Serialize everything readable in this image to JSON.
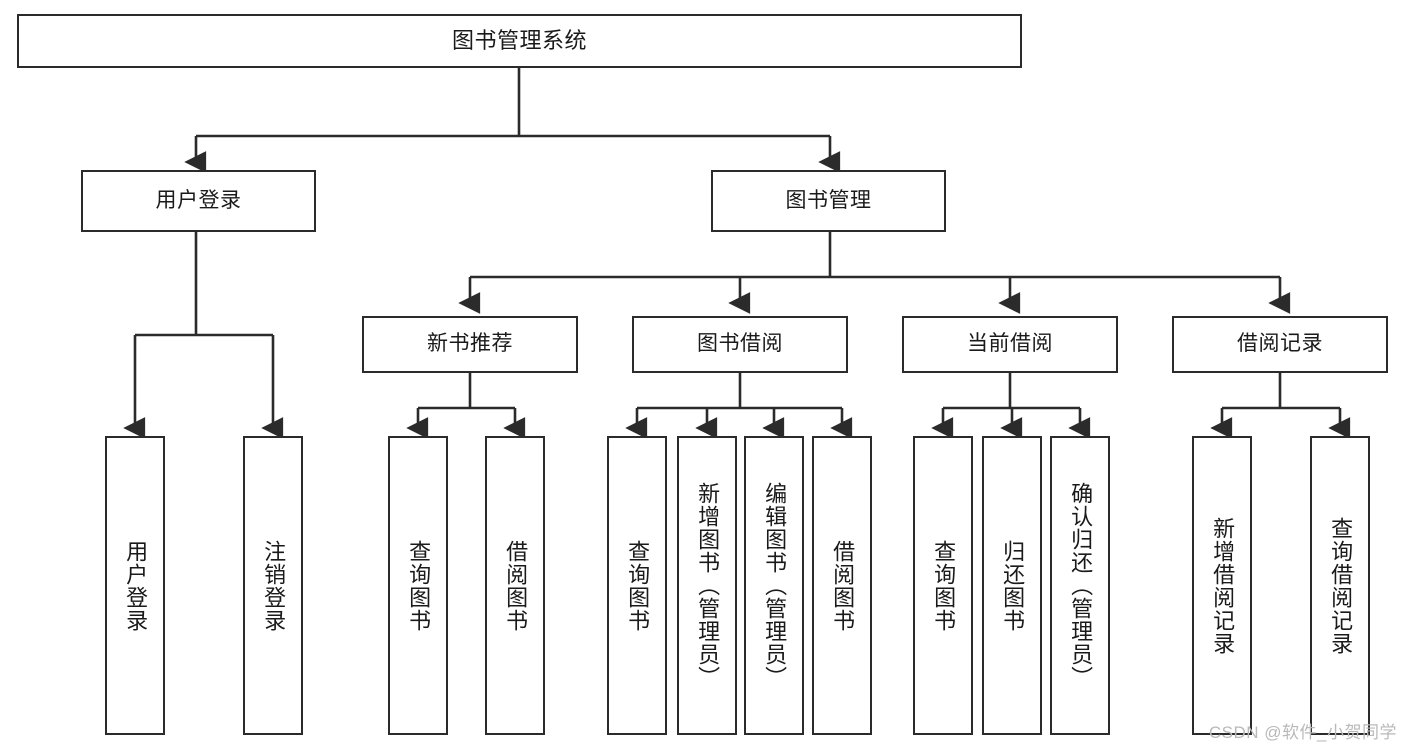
{
  "diagram": {
    "title": "图书管理系统",
    "type": "tree-structure-chart",
    "line_color": "#2b2b2b",
    "box_fill": "#ffffff",
    "text_color": "#1a1a1a",
    "nodes": {
      "root": {
        "label": "图书管理系统"
      },
      "level2": [
        {
          "label": "用户登录"
        },
        {
          "label": "图书管理"
        }
      ],
      "level3": [
        {
          "label": "新书推荐"
        },
        {
          "label": "图书借阅"
        },
        {
          "label": "当前借阅"
        },
        {
          "label": "借阅记录"
        }
      ],
      "leaves": {
        "user_login": [
          {
            "label": "用户登录"
          },
          {
            "label": "注销登录"
          }
        ],
        "new_book_recommend": [
          {
            "label": "查询图书"
          },
          {
            "label": "借阅图书"
          }
        ],
        "book_borrow": [
          {
            "label": "查询图书"
          },
          {
            "label": "新增图书（管理员）"
          },
          {
            "label": "编辑图书（管理员）"
          },
          {
            "label": "借阅图书"
          }
        ],
        "current_borrow": [
          {
            "label": "查询图书"
          },
          {
            "label": "归还图书"
          },
          {
            "label": "确认归还（管理员）"
          }
        ],
        "borrow_records": [
          {
            "label": "新增借阅记录"
          },
          {
            "label": "查询借阅记录"
          }
        ]
      }
    },
    "watermark": "CSDN @软件_小贺同学"
  }
}
